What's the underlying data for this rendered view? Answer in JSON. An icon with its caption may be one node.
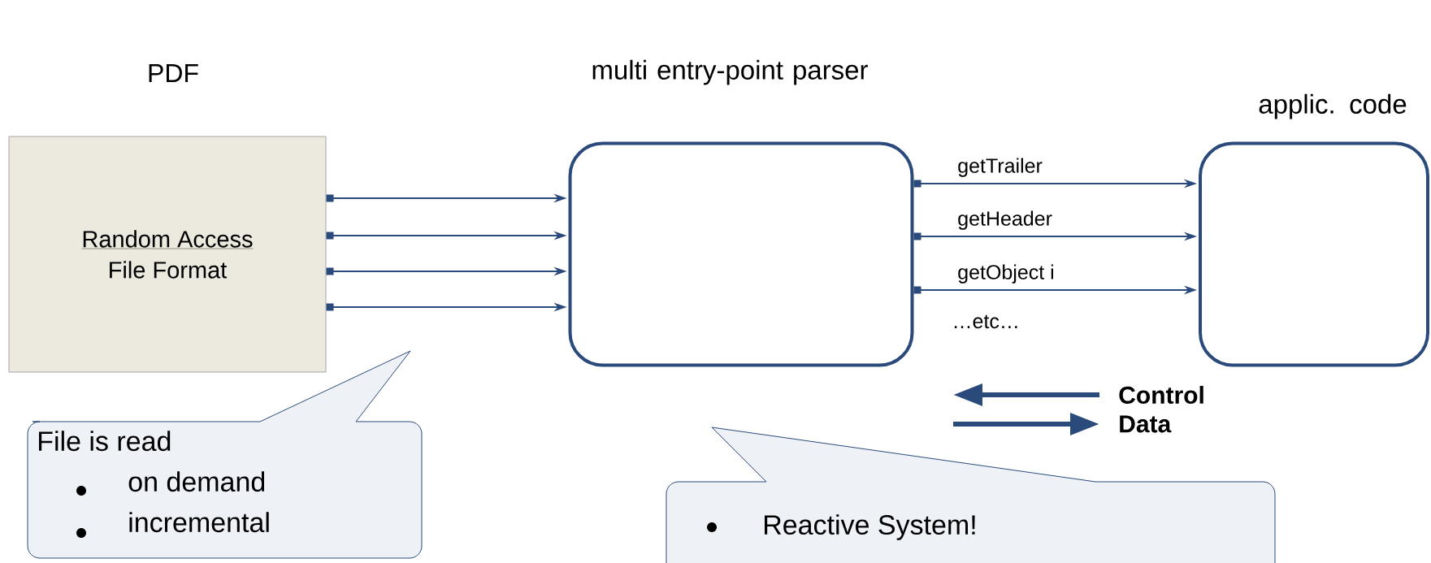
{
  "diagram": {
    "nodes": [
      {
        "text": [
          "PDF",
          "Random Access",
          "File Format"
        ]
      },
      {
        "text": [
          "multi entry-point parser"
        ]
      },
      {
        "text": [
          "applic. code"
        ]
      },
      {
        "text": [
          "File is read",
          "on demand",
          "incremental"
        ]
      },
      {
        "text": [
          "Reactive System!"
        ]
      }
    ],
    "edges": [
      {
        "from": 0,
        "to": 1,
        "arrow": "to"
      },
      {
        "from": 0,
        "to": 1,
        "arrow": "to"
      },
      {
        "from": 0,
        "to": 1,
        "arrow": "to"
      },
      {
        "from": 0,
        "to": 1,
        "arrow": "to"
      },
      {
        "from": 1,
        "to": 2,
        "arrow": "to",
        "label": "getTrailer"
      },
      {
        "from": 1,
        "to": 2,
        "arrow": "to",
        "label": "getHeader"
      },
      {
        "from": 1,
        "to": 2,
        "arrow": "to",
        "label": "getObject i"
      }
    ],
    "labels": [
      "…etc…"
    ],
    "legend": [
      {
        "text": "Control"
      },
      {
        "text": "Data"
      }
    ]
  }
}
